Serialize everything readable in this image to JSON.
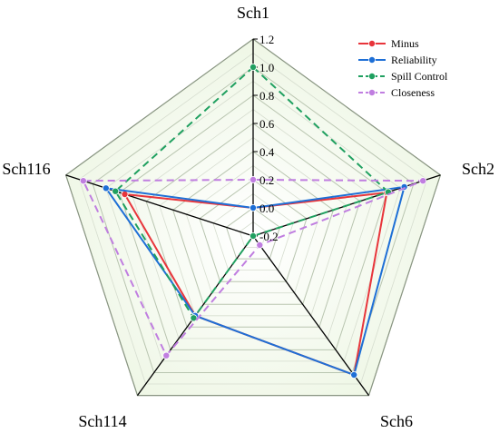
{
  "chart_data": {
    "type": "radar",
    "axes": [
      "Sch1",
      "Sch2",
      "Sch6",
      "Sch114",
      "Sch116"
    ],
    "scale": {
      "min": -0.2,
      "max": 1.2,
      "step": 0.2
    },
    "tick_labels": [
      "-0.2",
      "0.0",
      "0.2",
      "0.4",
      "0.6",
      "0.8",
      "1.0",
      "1.2"
    ],
    "grid": true,
    "legend_position": "top-right",
    "series": [
      {
        "name": "Minus",
        "color": "#e8353b",
        "dashed": false,
        "values": [
          0.0,
          0.8,
          1.02,
          0.5,
          0.76
        ]
      },
      {
        "name": "Reliability",
        "color": "#1e6fd6",
        "dashed": false,
        "values": [
          0.0,
          0.93,
          1.02,
          0.5,
          0.9
        ]
      },
      {
        "name": "Spill Control",
        "color": "#20a060",
        "dashed": true,
        "values": [
          1.0,
          0.81,
          -0.2,
          0.52,
          0.83
        ]
      },
      {
        "name": "Closeness",
        "color": "#c07ee0",
        "dashed": true,
        "values": [
          0.2,
          1.07,
          -0.12,
          0.85,
          1.07
        ]
      }
    ]
  }
}
